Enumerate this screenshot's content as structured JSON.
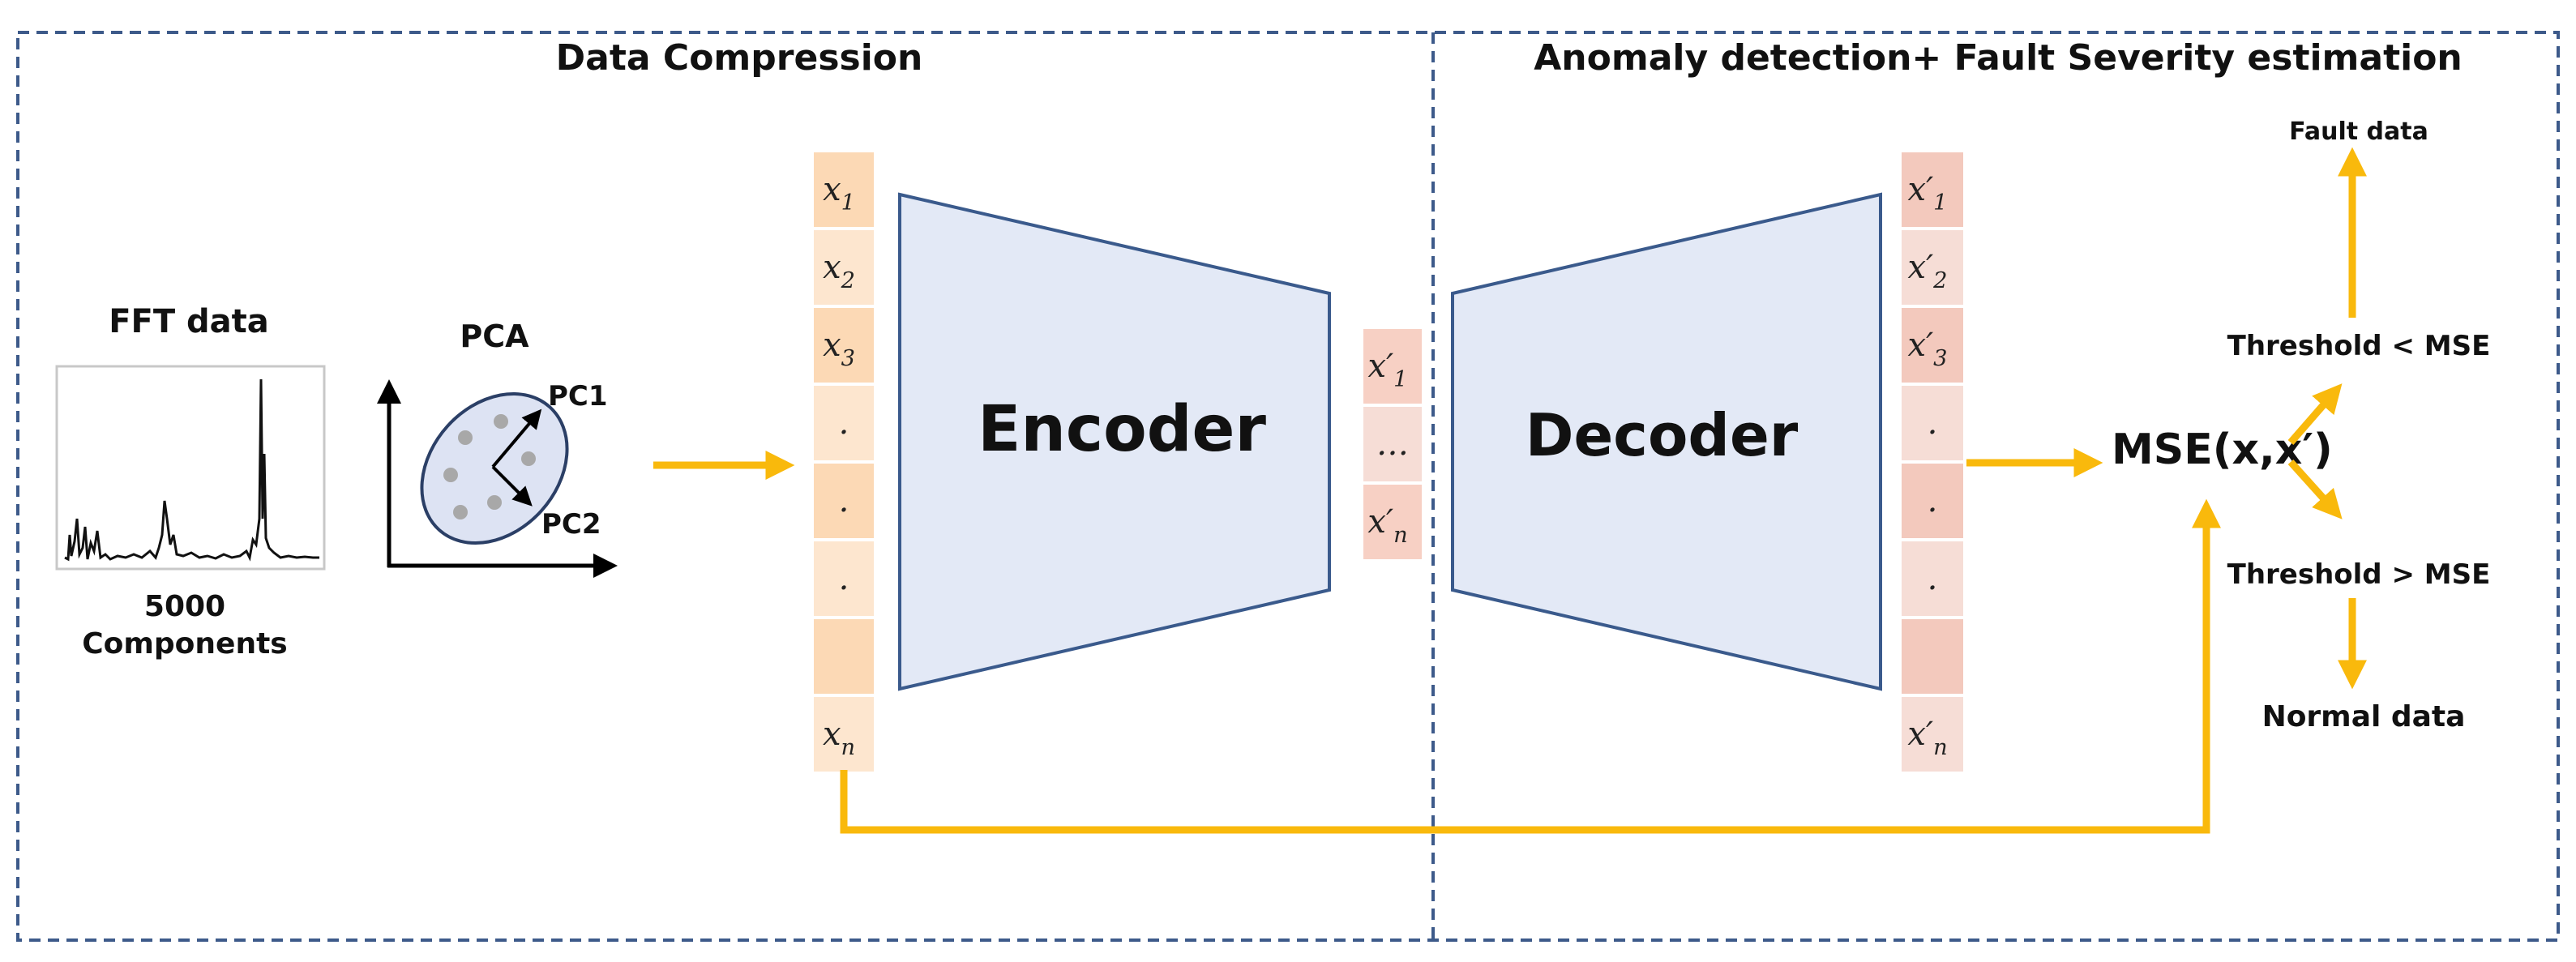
{
  "colors": {
    "border": "#3d5a8a",
    "arrow": "#f9b90c",
    "trapezoid_fill": "#e3e9f6",
    "trapezoid_stroke": "#3a5a8c",
    "input_vector": "#fde6cf",
    "input_vector_alt": "#fcd9b5",
    "latent_vector": "#f7d0c4",
    "output_vector": "#f6ddd6",
    "output_vector_alt": "#f3c9bd"
  },
  "sections": {
    "left_title": "Data Compression",
    "right_title": "Anomaly detection+ Fault Severity estimation"
  },
  "fft": {
    "title": "FFT data",
    "caption_line1": "5000",
    "caption_line2": "Components"
  },
  "pca": {
    "title": "PCA",
    "pc1": "PC1",
    "pc2": "PC2"
  },
  "input_vector": {
    "cells": [
      {
        "base": "x",
        "sub": "1"
      },
      {
        "base": "x",
        "sub": "2"
      },
      {
        "base": "x",
        "sub": "3"
      },
      {
        "base": ".",
        "sub": ""
      },
      {
        "base": ".",
        "sub": ""
      },
      {
        "base": ".",
        "sub": ""
      },
      {
        "base": "",
        "sub": ""
      },
      {
        "base": "x",
        "sub": "n"
      }
    ]
  },
  "encoder": {
    "label": "Encoder"
  },
  "latent_vector": {
    "cells": [
      {
        "base": "x′",
        "sub": "1"
      },
      {
        "base": "…",
        "sub": ""
      },
      {
        "base": "x′",
        "sub": "n"
      }
    ]
  },
  "decoder": {
    "label": "Decoder"
  },
  "output_vector": {
    "cells": [
      {
        "base": "x′",
        "sub": "1"
      },
      {
        "base": "x′",
        "sub": "2"
      },
      {
        "base": "x′",
        "sub": "3"
      },
      {
        "base": ".",
        "sub": ""
      },
      {
        "base": ".",
        "sub": ""
      },
      {
        "base": ".",
        "sub": ""
      },
      {
        "base": "",
        "sub": ""
      },
      {
        "base": "x′",
        "sub": "n"
      }
    ]
  },
  "mse": {
    "label": "MSE(x,x′)"
  },
  "decision": {
    "upper_threshold": "Threshold < MSE",
    "lower_threshold": "Threshold > MSE",
    "fault_data": "Fault data",
    "normal_data": "Normal data"
  }
}
